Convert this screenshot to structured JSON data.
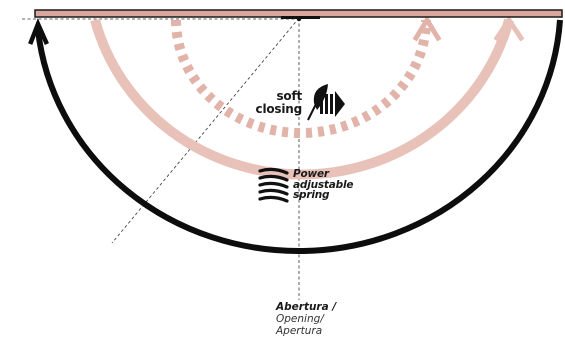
{
  "colors": {
    "door": "#d9a79b",
    "door_outline": "#1a1a1a",
    "main_arc": "#0d0d0d",
    "spring_arc": "#e8c2b9",
    "soft_arc": "#e2b3a8",
    "guide_line": "#333333",
    "icon": "#111111"
  },
  "icons": {
    "feather": "feather-damper-icon",
    "spring": "coil-spring-icon"
  },
  "labels": {
    "soft_closing": [
      "soft",
      "closing"
    ],
    "spring": [
      "Power",
      "adjustable",
      "spring"
    ],
    "opening": {
      "line1": "Abertura /",
      "line2": "Opening/",
      "line3": "Apertura"
    }
  }
}
